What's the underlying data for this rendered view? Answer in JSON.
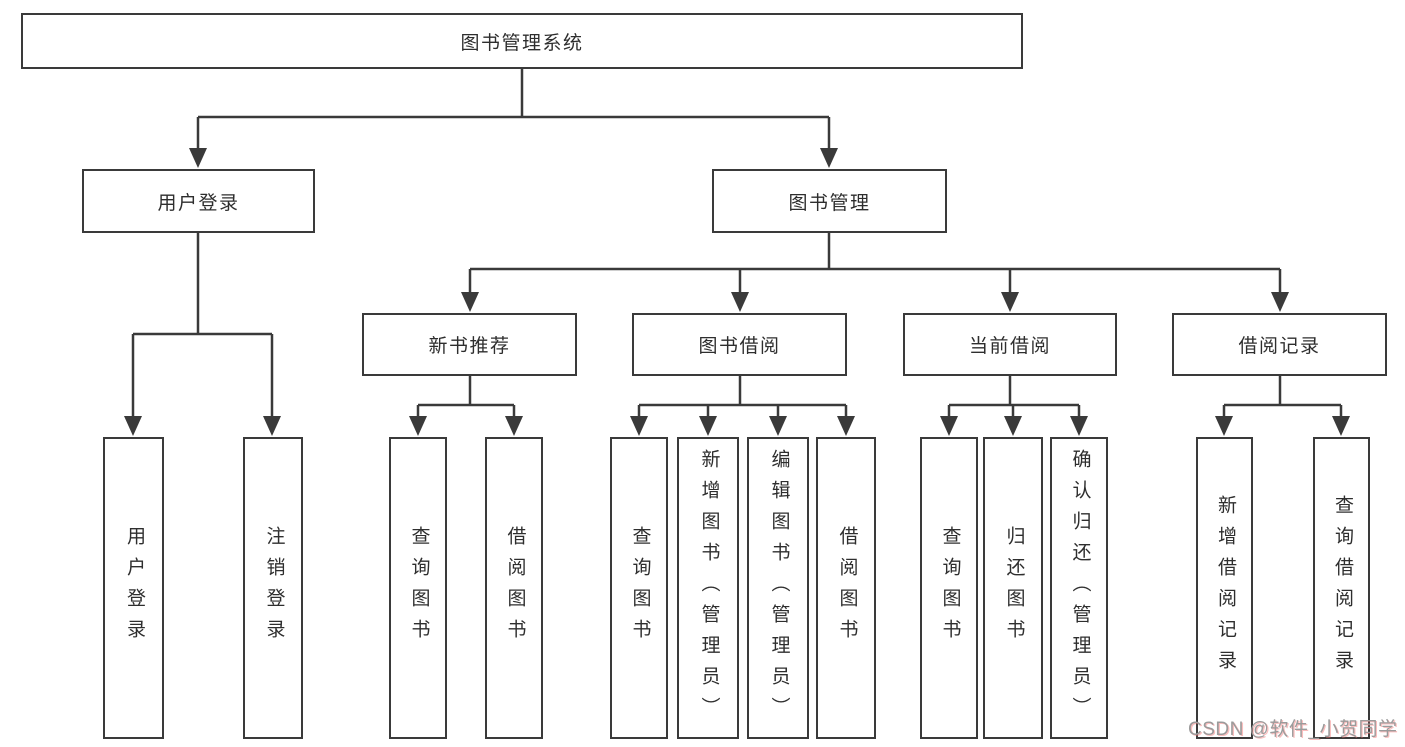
{
  "diagram": {
    "type": "hierarchy-tree",
    "tree": {
      "label": "图书管理系统",
      "children": [
        {
          "label": "用户登录",
          "children": [
            {
              "label": "用户登录"
            },
            {
              "label": "注销登录"
            }
          ]
        },
        {
          "label": "图书管理",
          "children": [
            {
              "label": "新书推荐",
              "children": [
                {
                  "label": "查询图书"
                },
                {
                  "label": "借阅图书"
                }
              ]
            },
            {
              "label": "图书借阅",
              "children": [
                {
                  "label": "查询图书"
                },
                {
                  "label": "新增图书（管理员）"
                },
                {
                  "label": "编辑图书（管理员）"
                },
                {
                  "label": "借阅图书"
                }
              ]
            },
            {
              "label": "当前借阅",
              "children": [
                {
                  "label": "查询图书"
                },
                {
                  "label": "归还图书"
                },
                {
                  "label": "确认归还（管理员）"
                }
              ]
            },
            {
              "label": "借阅记录",
              "children": [
                {
                  "label": "新增借阅记录"
                },
                {
                  "label": "查询借阅记录"
                }
              ]
            }
          ]
        }
      ]
    }
  },
  "watermark": {
    "text": "CSDN @软件_小贺同学"
  },
  "colors": {
    "background": "#ffffff",
    "line": "#3a3a3a",
    "box_border": "#3a3a3a",
    "box_fill": "#ffffff",
    "text": "#2e2e2e",
    "watermark": "#9b9b9b"
  }
}
